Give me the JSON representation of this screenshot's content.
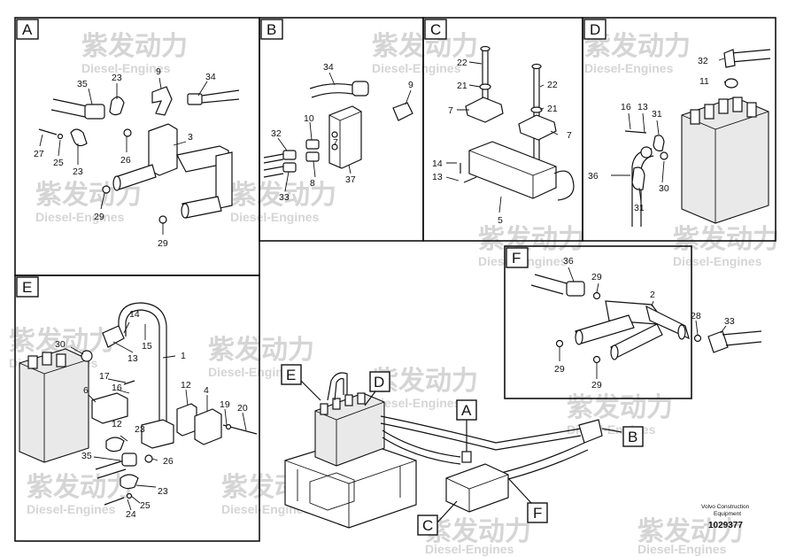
{
  "sections": {
    "A": "A",
    "B": "B",
    "C": "C",
    "D": "D",
    "E": "E",
    "F": "F"
  },
  "callouts": {
    "A": [
      "35",
      "23",
      "9",
      "34",
      "3",
      "27",
      "25",
      "23",
      "26",
      "29",
      "29"
    ],
    "B": [
      "34",
      "9",
      "10",
      "32",
      "7",
      "8",
      "33",
      "37"
    ],
    "C": [
      "22",
      "22",
      "21",
      "21",
      "7",
      "7",
      "14",
      "13",
      "5"
    ],
    "D": [
      "32",
      "11",
      "16",
      "13",
      "31",
      "36",
      "30",
      "31"
    ],
    "E": [
      "14",
      "15",
      "30",
      "13",
      "1",
      "17",
      "16",
      "6",
      "12",
      "4",
      "19",
      "20",
      "12",
      "23",
      "35",
      "26",
      "23",
      "24",
      "25"
    ],
    "F": [
      "36",
      "29",
      "2",
      "28",
      "33",
      "29",
      "29"
    ]
  },
  "watermark": {
    "brand": "紫发动力",
    "text": "Diesel-Engines"
  },
  "footer": {
    "company": "Volvo Construction",
    "company2": "Equipment",
    "doc_number": "1029377"
  },
  "colors": {
    "line": "#111111",
    "watermark": "#d5d5d5",
    "background": "#ffffff"
  }
}
